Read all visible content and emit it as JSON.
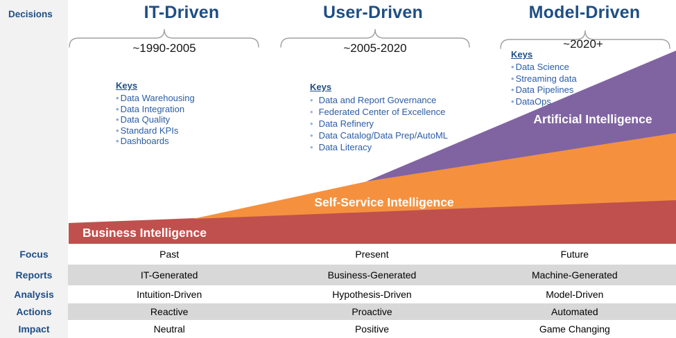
{
  "sidebar": {
    "title": "Decisions"
  },
  "palette": {
    "title_blue": "#1F4E84",
    "keys_blue": "#2B5CA6",
    "business_intelligence_red": "#C0504D",
    "self_service_orange": "#F5913E",
    "artificial_intelligence_purple": "#8064A2",
    "stripe_gray": "#D8D8D8",
    "sidebar_gray": "#F2F2F3",
    "brace_gray": "#A0A0A0"
  },
  "sections": [
    {
      "title": "IT-Driven",
      "period": "~1990-2005",
      "keys_label": "Keys",
      "keys": [
        "Data Warehousing",
        "Data Integration",
        "Data Quality",
        "Standard KPIs",
        "Dashboards"
      ]
    },
    {
      "title": "User-Driven",
      "period": "~2005-2020",
      "keys_label": "Keys",
      "keys": [
        "Data and Report Governance",
        "Federated Center of Excellence",
        "Data Refinery",
        "Data Catalog/Data Prep/AutoML",
        "Data Literacy"
      ]
    },
    {
      "title": "Model-Driven",
      "period": "~2020+",
      "keys_label": "Keys",
      "keys": [
        "Data Science",
        "Streaming data",
        "Data Pipelines",
        "DataOps"
      ]
    }
  ],
  "wedges": [
    {
      "label": "Business Intelligence",
      "color": "#C0504D"
    },
    {
      "label": "Self-Service Intelligence",
      "color": "#F5913E"
    },
    {
      "label": "Artificial Intelligence",
      "color": "#8064A2"
    }
  ],
  "table": {
    "rows": [
      {
        "label": "Focus",
        "values": [
          "Past",
          "Present",
          "Future"
        ]
      },
      {
        "label": "Reports",
        "values": [
          "IT-Generated",
          "Business-Generated",
          "Machine-Generated"
        ]
      },
      {
        "label": "Analysis",
        "values": [
          "Intuition-Driven",
          "Hypothesis-Driven",
          "Model-Driven"
        ]
      },
      {
        "label": "Actions",
        "values": [
          "Reactive",
          "Proactive",
          "Automated"
        ]
      },
      {
        "label": "Impact",
        "values": [
          "Neutral",
          "Positive",
          "Game Changing"
        ]
      }
    ]
  }
}
